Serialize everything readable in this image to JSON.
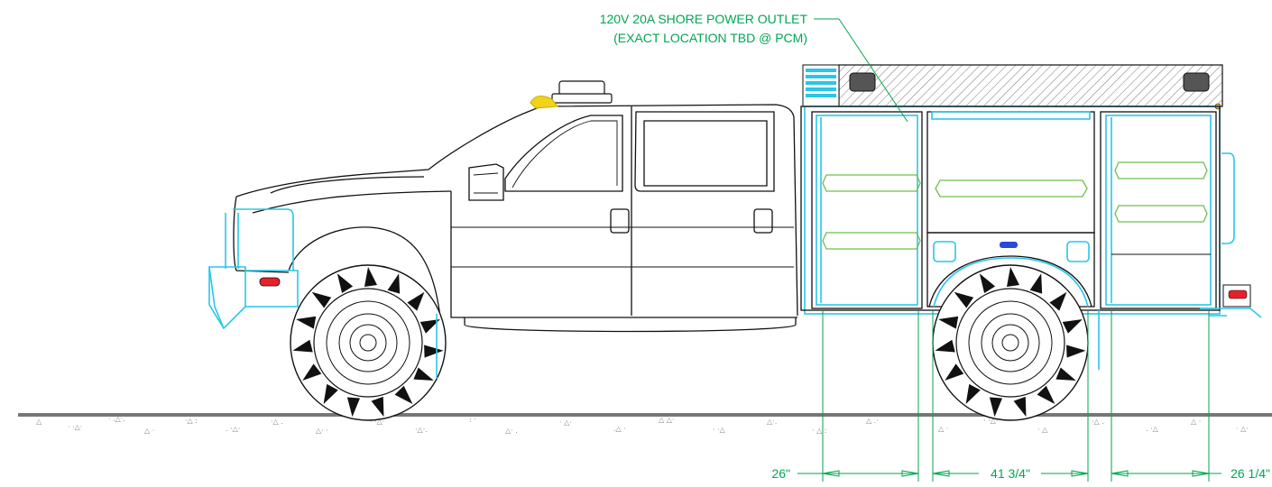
{
  "callout": {
    "line1": "120V 20A SHORE POWER OUTLET",
    "line2": "(EXACT LOCATION TBD @ PCM)"
  },
  "dimensions": [
    {
      "id": "dim-left-compartment",
      "text": "26\""
    },
    {
      "id": "dim-wheel-well",
      "text": "41 3/4\""
    },
    {
      "id": "dim-right-compartment",
      "text": "26 1/4\""
    }
  ],
  "colors": {
    "outline": "#111111",
    "body_cyan": "#29c6e8",
    "shelf_green": "#6cc04a",
    "dimension_green": "#00a651",
    "lamp_amber": "#f2d31b",
    "lamp_red": "#e8202a",
    "lamp_blue": "#2a4bd7"
  }
}
